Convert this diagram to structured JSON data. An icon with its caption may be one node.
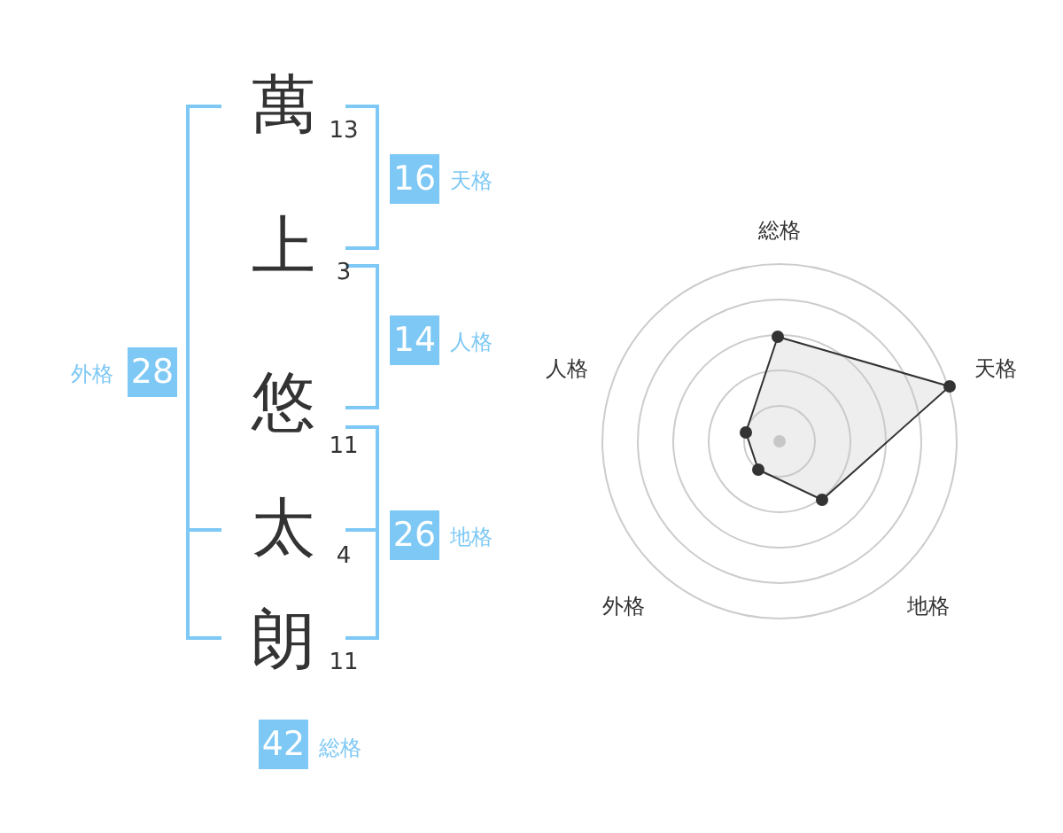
{
  "diagram": {
    "labels": [
      "萬",
      "13",
      "16",
      "天格",
      "上",
      "3",
      "14",
      "人格",
      "外格",
      "28",
      "悠",
      "11",
      "太",
      "4",
      "26",
      "地格",
      "朗",
      "11",
      "42",
      "総格",
      "総格",
      "人格",
      "天格",
      "外格",
      "地格"
    ]
  }
}
